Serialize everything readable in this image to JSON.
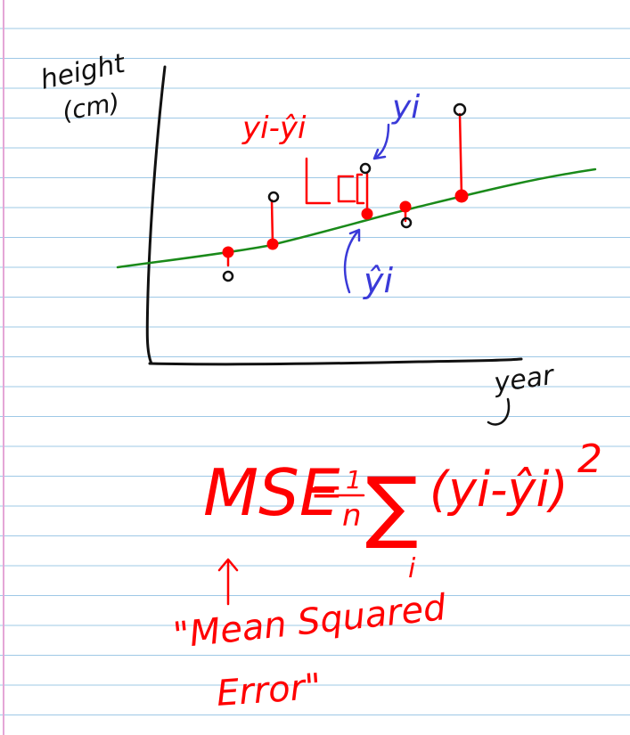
{
  "colors": {
    "rule_line": "#9ec8e6",
    "margin_line": "#e4a6d6",
    "ink_black": "#111111",
    "ink_red": "#ff0000",
    "ink_blue": "#3a3ad8",
    "ink_green": "#1a8a1a",
    "paper": "#ffffff"
  },
  "plot": {
    "y_axis_label_line1": "height",
    "y_axis_label_line2": "(cm)",
    "x_axis_label": "year",
    "residual_label": "yi-ŷi",
    "actual_label": "yi",
    "predicted_label": "ŷi"
  },
  "formula": {
    "lhs": "MSE",
    "equals": "=",
    "numerator": "1",
    "denominator": "n",
    "sum_symbol": "∑",
    "sum_index": "i",
    "term": "(yi-ŷi)",
    "exponent": "2"
  },
  "note": {
    "line1": "\"Mean Squared",
    "line2": "Error\""
  },
  "icons": {
    "arrow_up": "arrow-up-icon",
    "hook_arrow_blue_top": "hook-arrow-icon",
    "hook_arrow_blue_bottom": "hook-arrow-icon",
    "residual_bracket": "bracket-icon"
  }
}
